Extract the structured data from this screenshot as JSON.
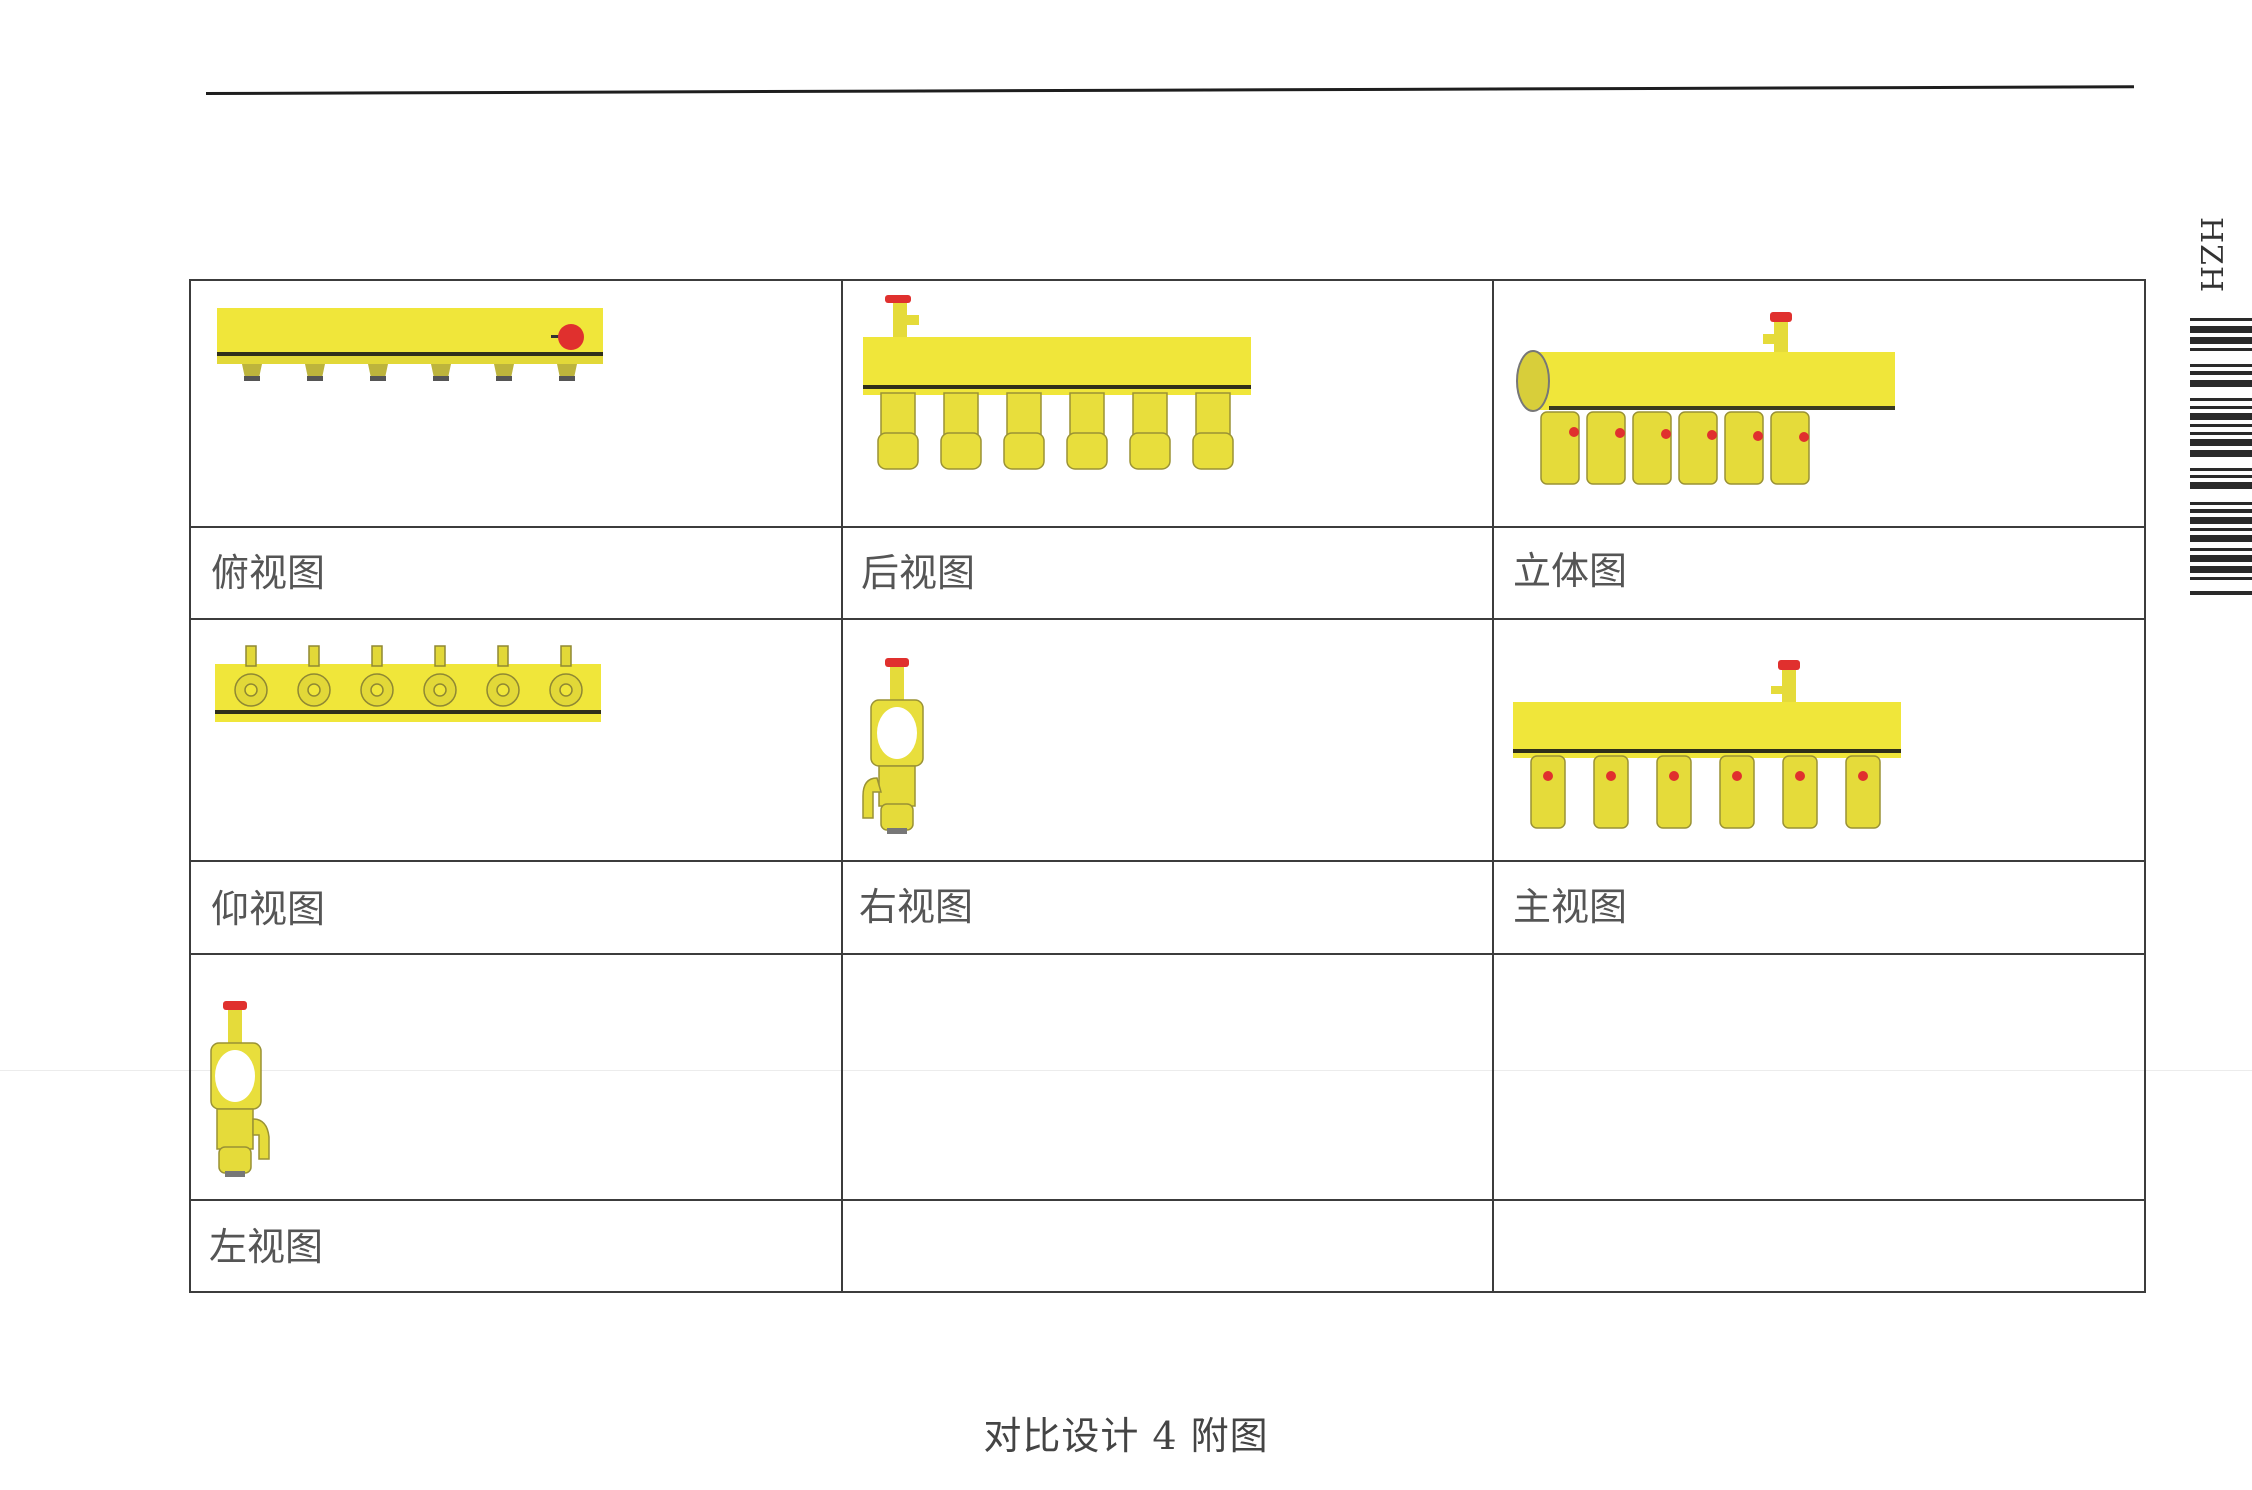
{
  "page": {
    "side_code": "HZH",
    "caption": "对比设计 4 附图",
    "colors": {
      "body_yellow": "#F0E63A",
      "shade_yellow": "#C9C03A",
      "handle_red": "#E0302E",
      "line_dark": "#3C3C3C"
    }
  },
  "table": {
    "columns": 3,
    "rows": 3,
    "cells": [
      {
        "label": "俯视图",
        "figure": "top-view-manifold"
      },
      {
        "label": "后视图",
        "figure": "rear-view-manifold"
      },
      {
        "label": "立体图",
        "figure": "perspective-view-manifold"
      },
      {
        "label": "仰视图",
        "figure": "bottom-view-manifold"
      },
      {
        "label": "右视图",
        "figure": "right-view-manifold"
      },
      {
        "label": "主视图",
        "figure": "front-view-manifold"
      },
      {
        "label": "左视图",
        "figure": "left-view-manifold"
      },
      {
        "label": "",
        "figure": ""
      },
      {
        "label": "",
        "figure": ""
      }
    ]
  }
}
